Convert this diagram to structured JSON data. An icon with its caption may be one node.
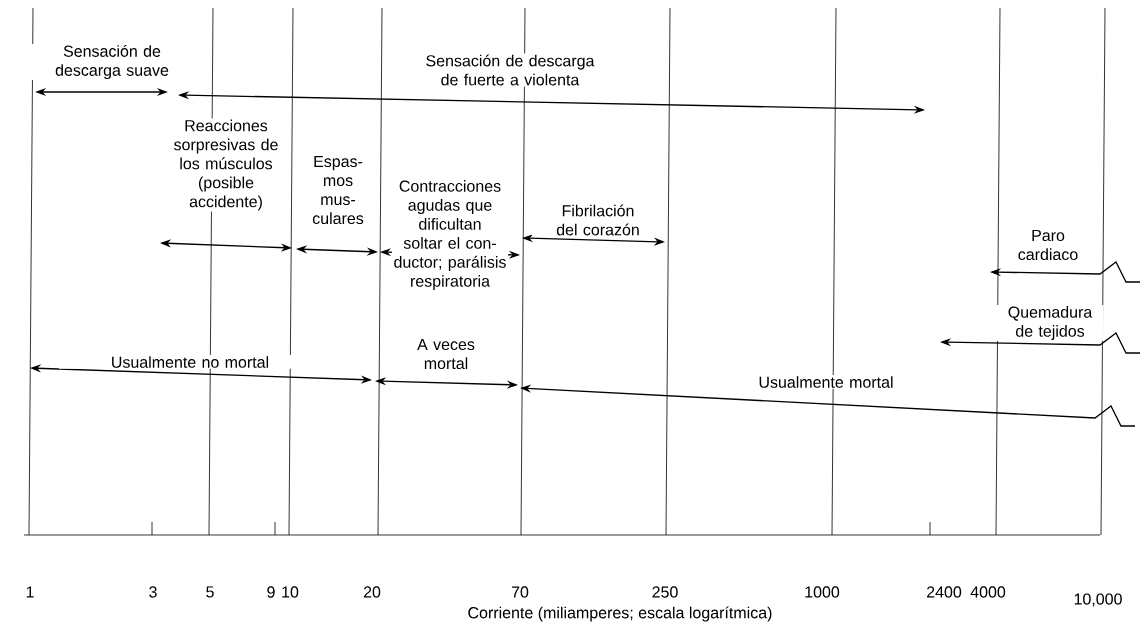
{
  "diagram": {
    "labels": [
      "Sensación de descarga suave",
      "Sensación de descarga de fuerte a violenta",
      "Reacciones sorpresivas de los músculos (posible accidente)",
      "Espas- mos mus- culares",
      "Contracciones agudas que dificultan soltar el con- ductor; parálisis respiratoria",
      "Fibrilación del corazón",
      "Paro cardiaco",
      "Quemadura de tejidos",
      "Usualmente no mortal",
      "A veces mortal",
      "Usualmente mortal",
      "1",
      "3",
      "5",
      "9",
      "10",
      "20",
      "70",
      "250",
      "1000",
      "2400",
      "4000",
      "10,000",
      "Corriente (miliamperes; escala logarítmica)"
    ]
  }
}
